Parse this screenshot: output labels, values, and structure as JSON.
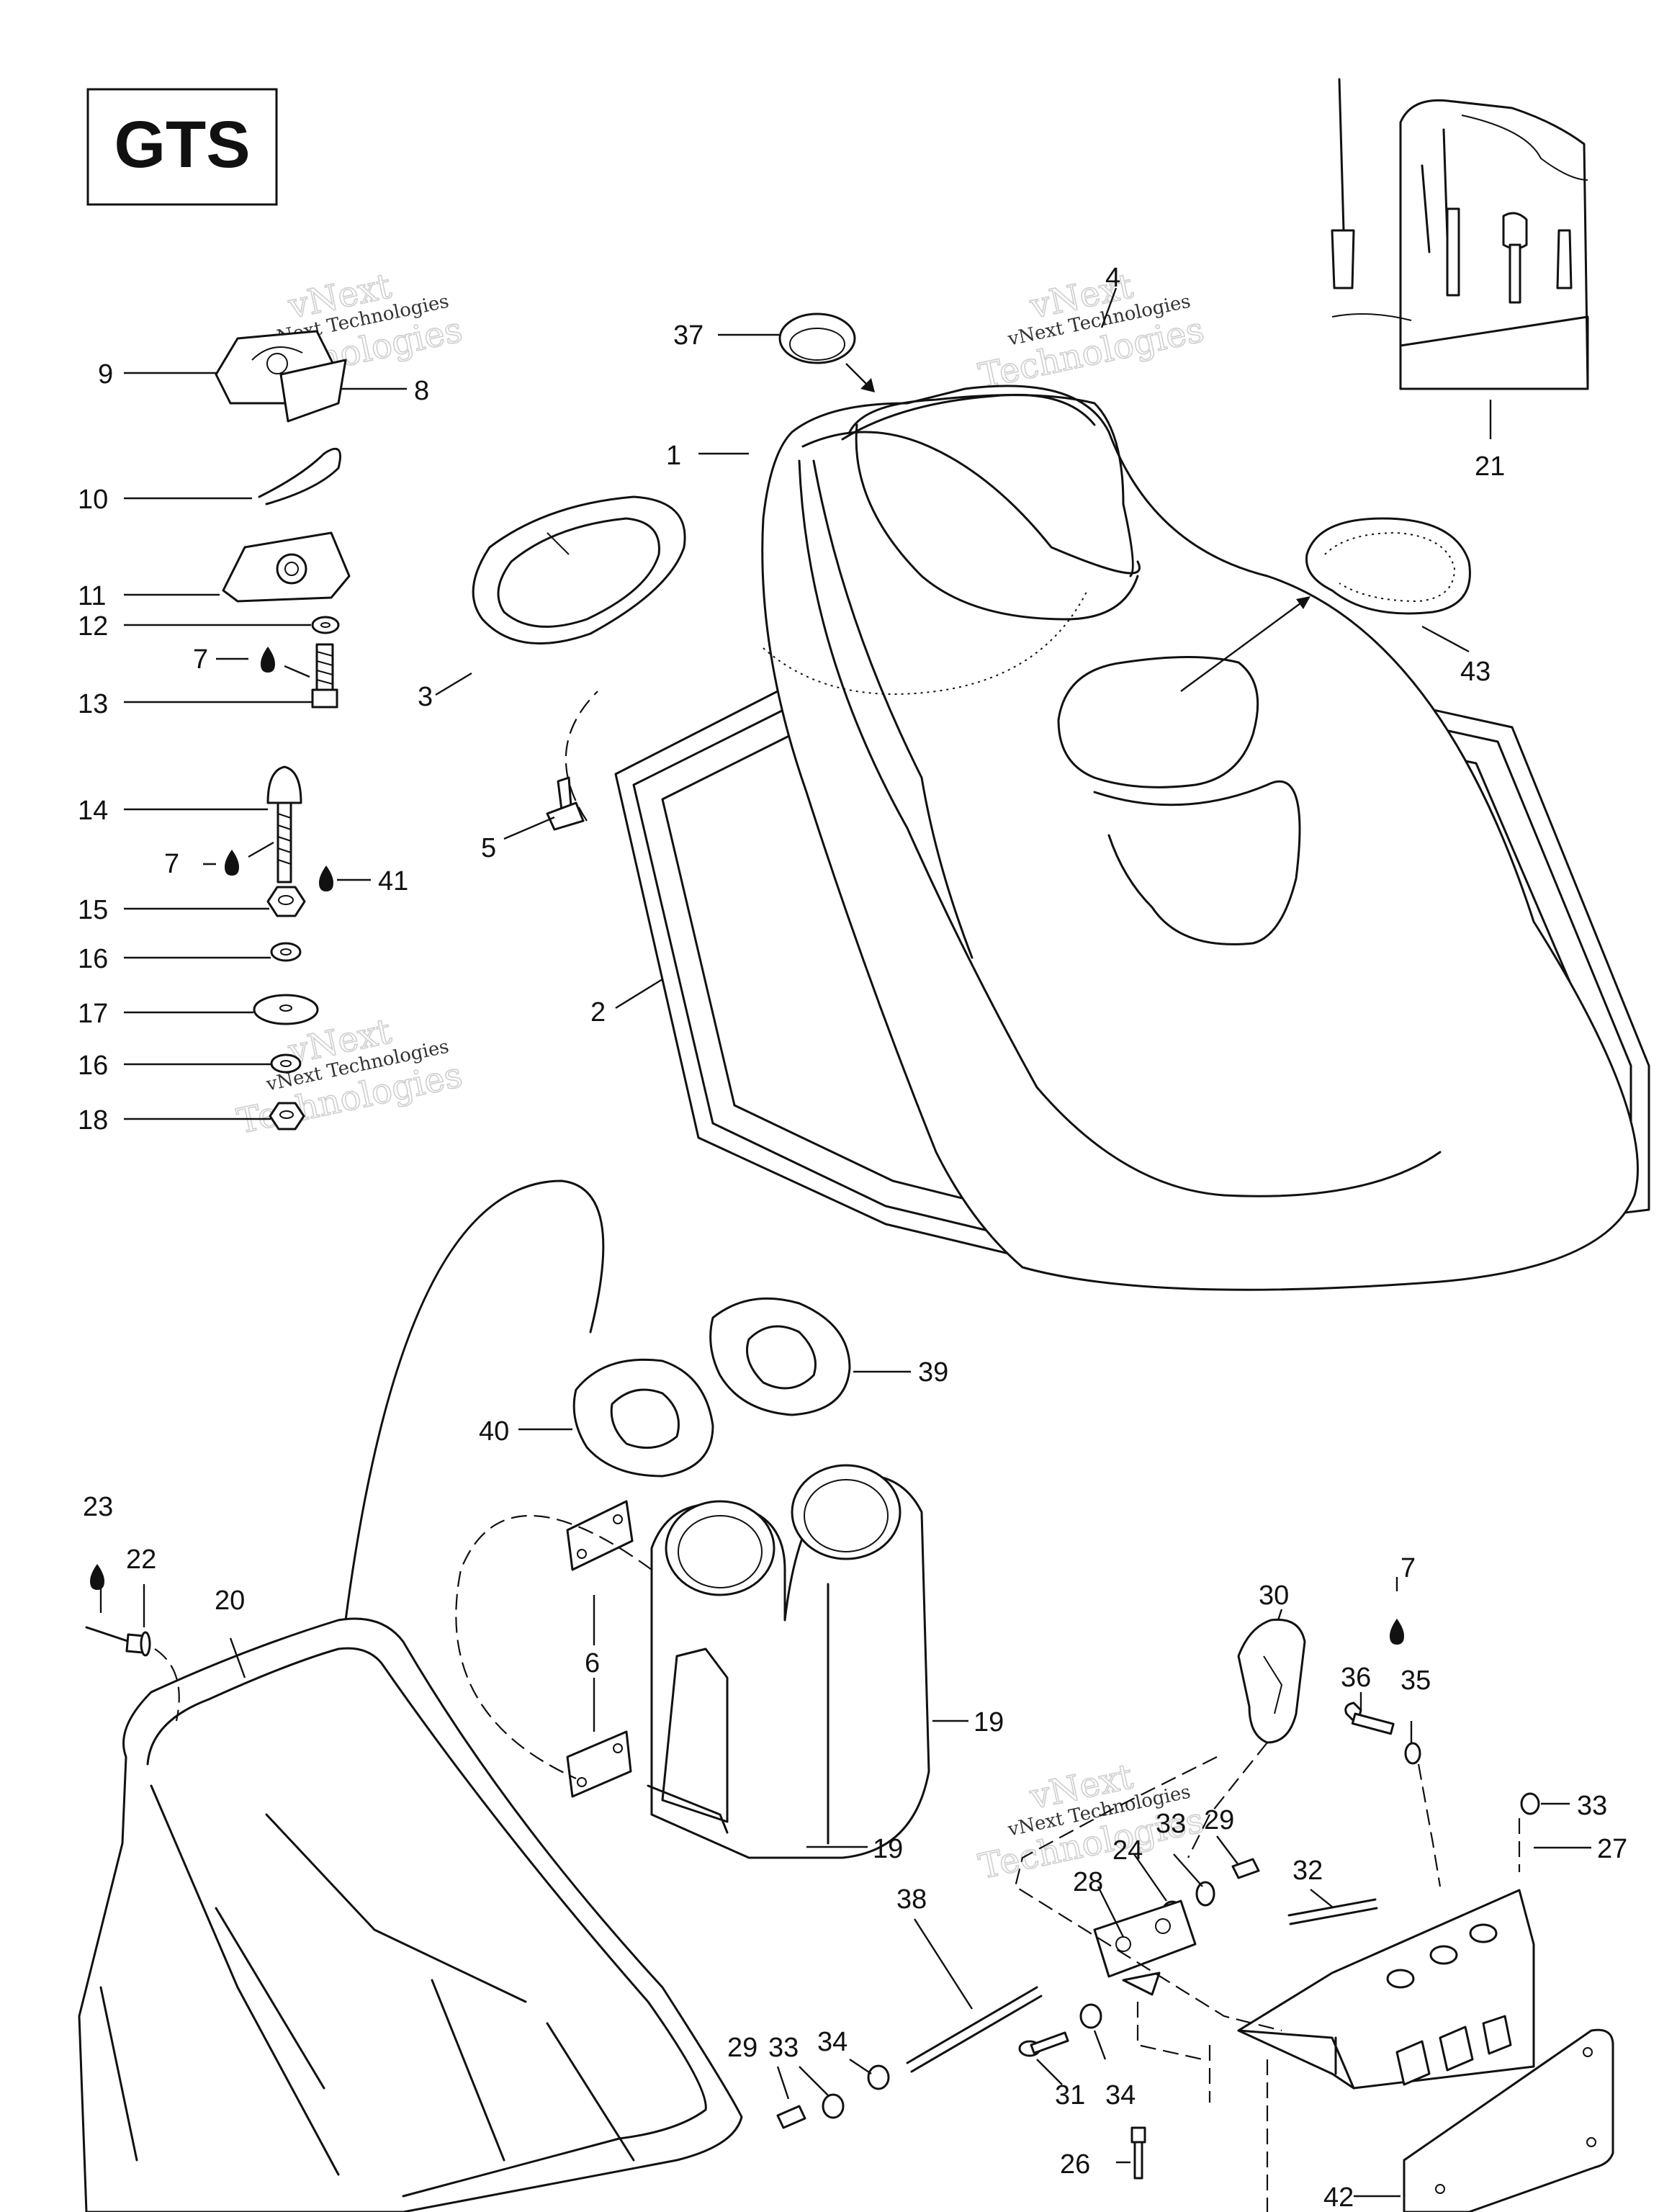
{
  "model_badge": "GTS",
  "watermark": {
    "line1": "vNext",
    "line2": "vNext Technologies",
    "line3": "Technologies"
  },
  "callouts": [
    {
      "id": "c1",
      "label": "1"
    },
    {
      "id": "c2",
      "label": "2"
    },
    {
      "id": "c3",
      "label": "3"
    },
    {
      "id": "c4",
      "label": "4"
    },
    {
      "id": "c5",
      "label": "5"
    },
    {
      "id": "c6",
      "label": "6"
    },
    {
      "id": "c7a",
      "label": "7"
    },
    {
      "id": "c7b",
      "label": "7"
    },
    {
      "id": "c7c",
      "label": "7"
    },
    {
      "id": "c8",
      "label": "8"
    },
    {
      "id": "c9",
      "label": "9"
    },
    {
      "id": "c10",
      "label": "10"
    },
    {
      "id": "c11",
      "label": "11"
    },
    {
      "id": "c12",
      "label": "12"
    },
    {
      "id": "c13",
      "label": "13"
    },
    {
      "id": "c14",
      "label": "14"
    },
    {
      "id": "c15",
      "label": "15"
    },
    {
      "id": "c16a",
      "label": "16"
    },
    {
      "id": "c16b",
      "label": "16"
    },
    {
      "id": "c17",
      "label": "17"
    },
    {
      "id": "c18",
      "label": "18"
    },
    {
      "id": "c19a",
      "label": "19"
    },
    {
      "id": "c19b",
      "label": "19"
    },
    {
      "id": "c20",
      "label": "20"
    },
    {
      "id": "c21",
      "label": "21"
    },
    {
      "id": "c22",
      "label": "22"
    },
    {
      "id": "c23",
      "label": "23"
    },
    {
      "id": "c24",
      "label": "24"
    },
    {
      "id": "c26",
      "label": "26"
    },
    {
      "id": "c27",
      "label": "27"
    },
    {
      "id": "c28",
      "label": "28"
    },
    {
      "id": "c29a",
      "label": "29"
    },
    {
      "id": "c29b",
      "label": "29"
    },
    {
      "id": "c30",
      "label": "30"
    },
    {
      "id": "c31",
      "label": "31"
    },
    {
      "id": "c32",
      "label": "32"
    },
    {
      "id": "c33a",
      "label": "33"
    },
    {
      "id": "c33b",
      "label": "33"
    },
    {
      "id": "c33c",
      "label": "33"
    },
    {
      "id": "c34a",
      "label": "34"
    },
    {
      "id": "c34b",
      "label": "34"
    },
    {
      "id": "c35",
      "label": "35"
    },
    {
      "id": "c36",
      "label": "36"
    },
    {
      "id": "c37",
      "label": "37"
    },
    {
      "id": "c38",
      "label": "38"
    },
    {
      "id": "c39",
      "label": "39"
    },
    {
      "id": "c40",
      "label": "40"
    },
    {
      "id": "c41",
      "label": "41"
    },
    {
      "id": "c42",
      "label": "42"
    },
    {
      "id": "c43",
      "label": "43"
    }
  ]
}
